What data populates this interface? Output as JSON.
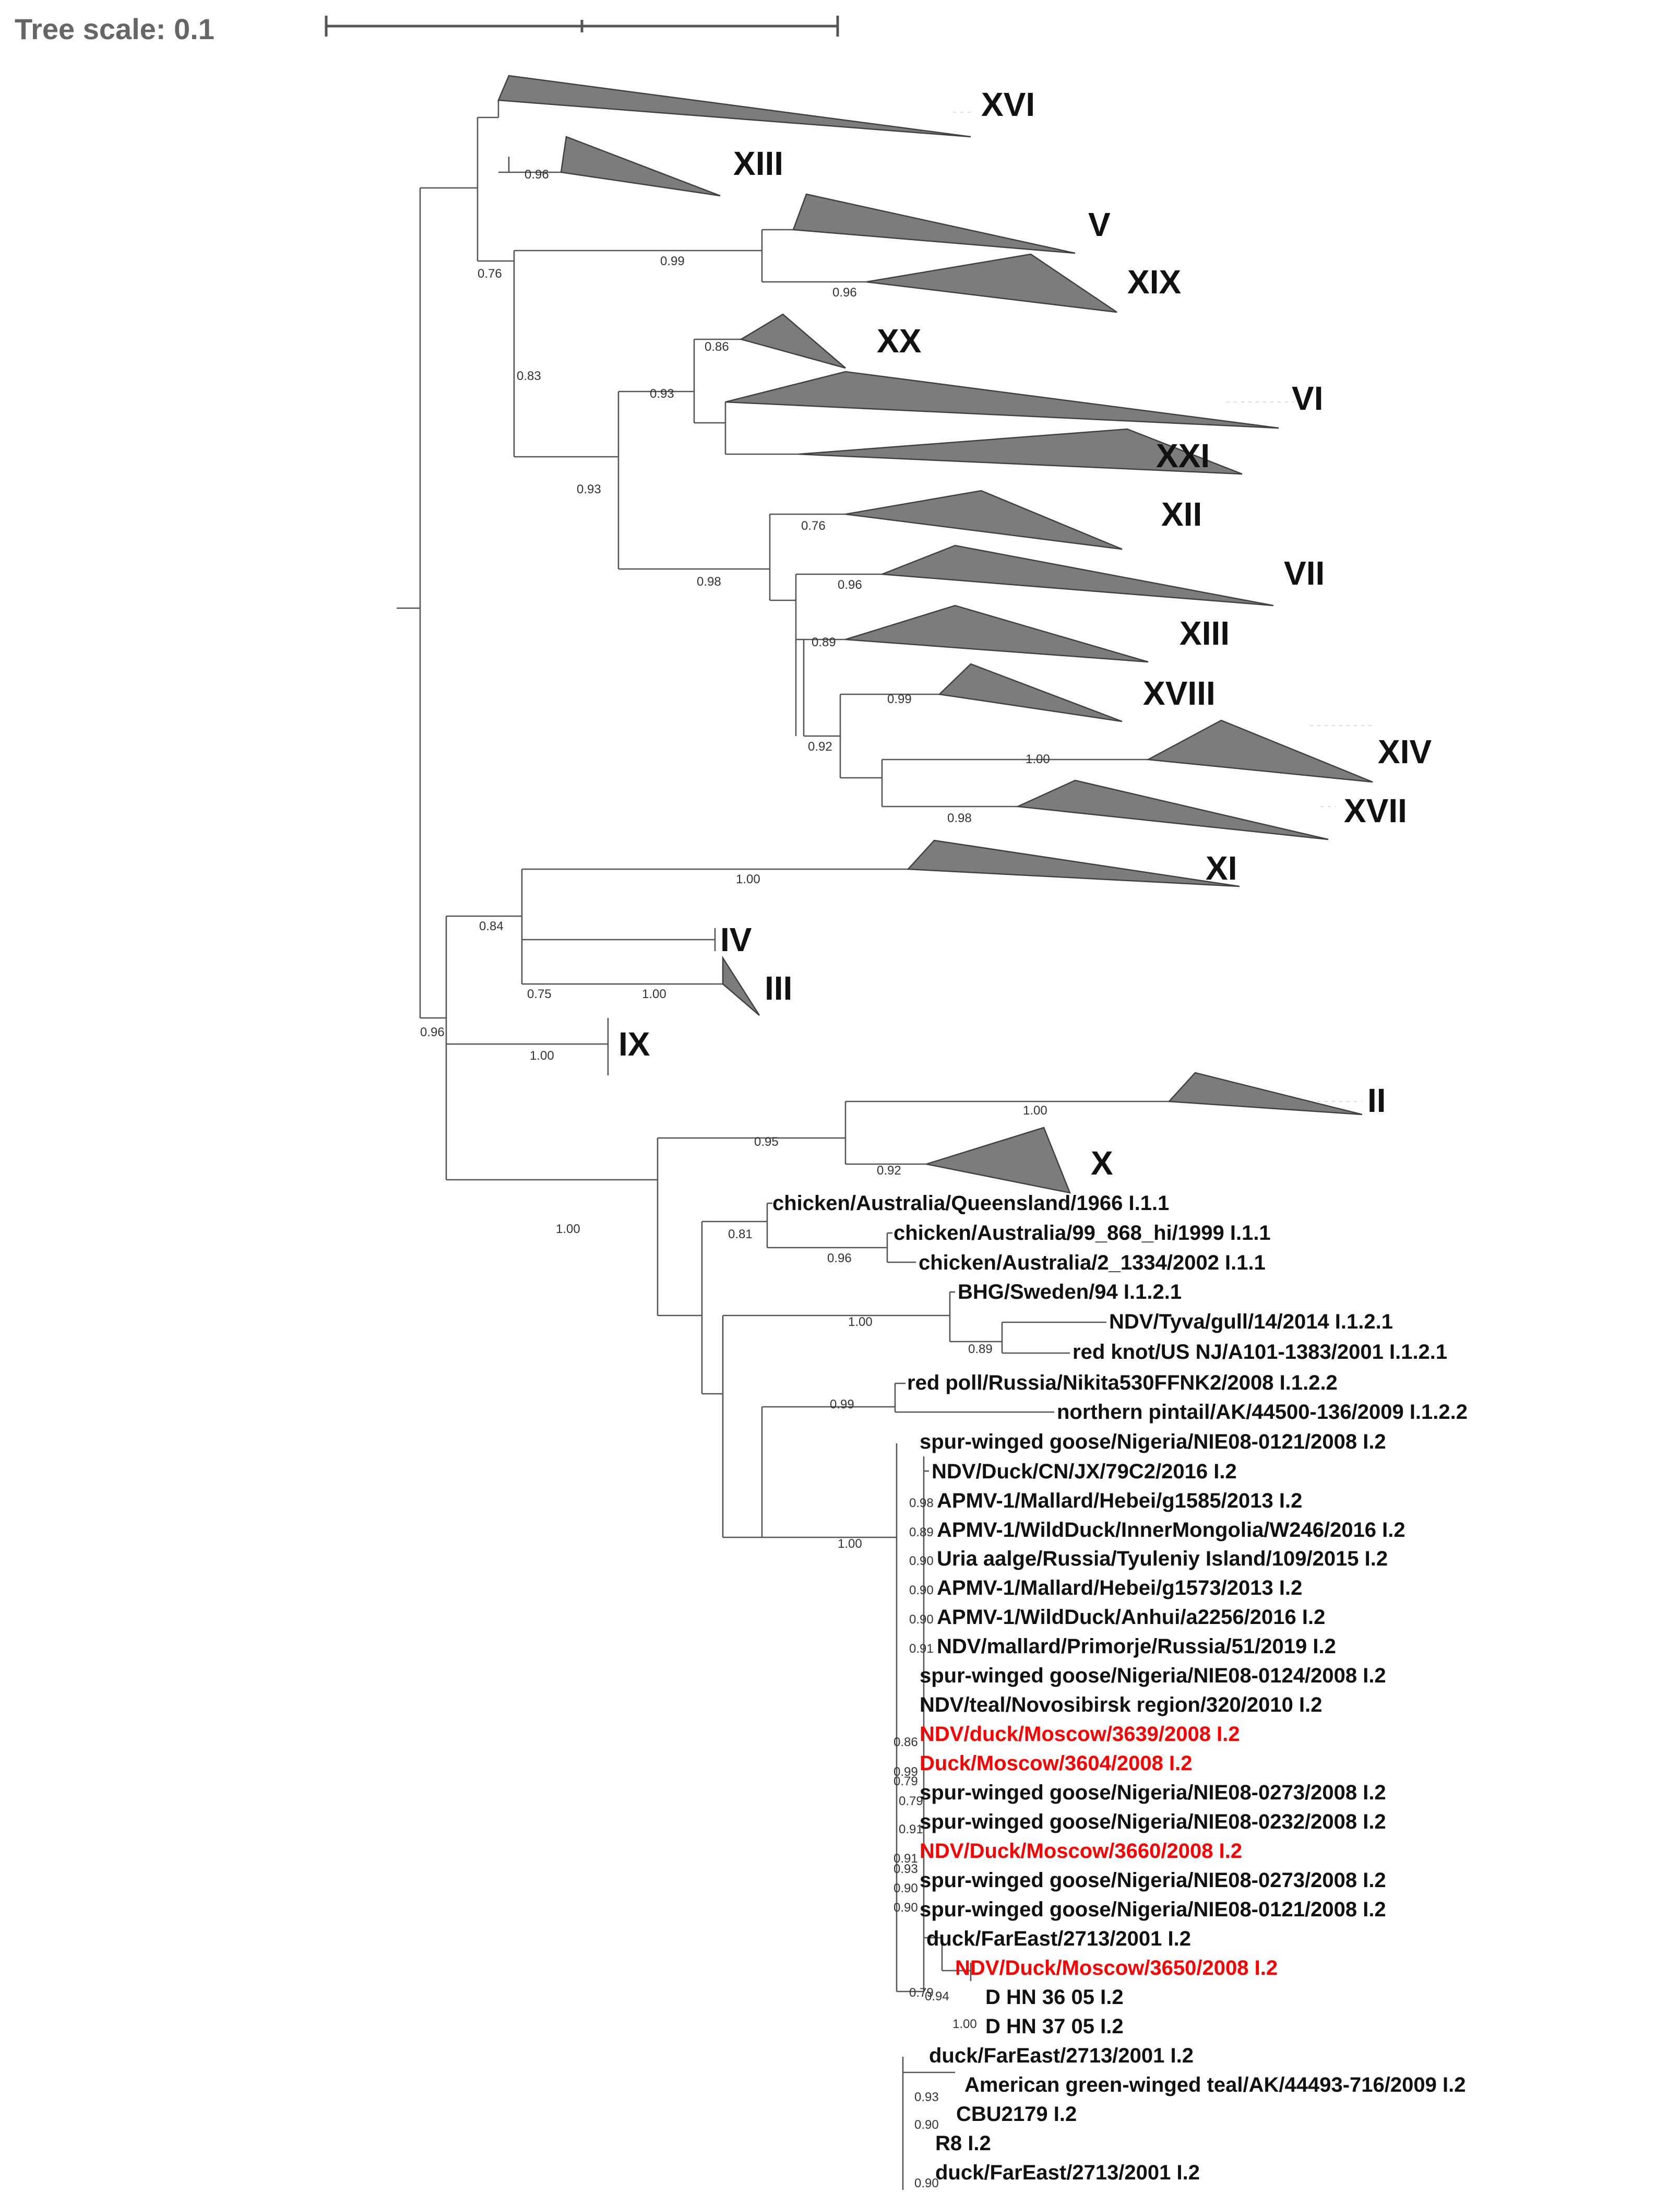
{
  "scale": {
    "label": "Tree scale: 0.1"
  },
  "highlight_color": "#ff0000",
  "clade_color": "#7c7c7c",
  "clades": [
    {
      "id": "XVI",
      "label": "XVI"
    },
    {
      "id": "XIII_a",
      "label": "XIII"
    },
    {
      "id": "V",
      "label": "V"
    },
    {
      "id": "XIX",
      "label": "XIX"
    },
    {
      "id": "XX",
      "label": "XX"
    },
    {
      "id": "VI",
      "label": "VI"
    },
    {
      "id": "XXI",
      "label": "XXI"
    },
    {
      "id": "XII",
      "label": "XII"
    },
    {
      "id": "VII",
      "label": "VII"
    },
    {
      "id": "XIII_b",
      "label": "XIII"
    },
    {
      "id": "XVIII",
      "label": "XVIII"
    },
    {
      "id": "XIV",
      "label": "XIV"
    },
    {
      "id": "XVII",
      "label": "XVII"
    },
    {
      "id": "XI",
      "label": "XI"
    },
    {
      "id": "IV",
      "label": "IV"
    },
    {
      "id": "III",
      "label": "III"
    },
    {
      "id": "IX",
      "label": "IX"
    },
    {
      "id": "II",
      "label": "II"
    },
    {
      "id": "X",
      "label": "X"
    }
  ],
  "support": [
    {
      "id": "s_xiii_a",
      "value": "0.96"
    },
    {
      "id": "s_root_upper",
      "value": "0.76"
    },
    {
      "id": "s_v_xix",
      "value": "0.99"
    },
    {
      "id": "s_xix",
      "value": "0.96"
    },
    {
      "id": "s_mid_a",
      "value": "0.83"
    },
    {
      "id": "s_xx",
      "value": "0.86"
    },
    {
      "id": "s_xx_vi_xxi",
      "value": "0.93"
    },
    {
      "id": "s_mid_b",
      "value": "0.93"
    },
    {
      "id": "s_xii",
      "value": "0.76"
    },
    {
      "id": "s_mid_c",
      "value": "0.98"
    },
    {
      "id": "s_vii",
      "value": "0.96"
    },
    {
      "id": "s_xiii_b",
      "value": "0.89"
    },
    {
      "id": "s_xviii",
      "value": "0.99"
    },
    {
      "id": "s_xiv",
      "value": "1.00"
    },
    {
      "id": "s_xvii",
      "value": "0.98"
    },
    {
      "id": "s_low_group",
      "value": "0.92"
    },
    {
      "id": "s_xi",
      "value": "1.00"
    },
    {
      "id": "s_xi_iv_iii",
      "value": "0.84"
    },
    {
      "id": "s_iv_iii",
      "value": "0.75"
    },
    {
      "id": "s_iii",
      "value": "1.00"
    },
    {
      "id": "s_ix",
      "value": "1.00"
    },
    {
      "id": "s_lower_root",
      "value": "0.96"
    },
    {
      "id": "s_ii",
      "value": "1.00"
    },
    {
      "id": "s_ii_x",
      "value": "0.95"
    },
    {
      "id": "s_x",
      "value": "0.92"
    },
    {
      "id": "s_genotype_i",
      "value": "1.00"
    },
    {
      "id": "s_au",
      "value": "0.81"
    },
    {
      "id": "s_au2",
      "value": "0.96"
    },
    {
      "id": "s_i121",
      "value": "1.00"
    },
    {
      "id": "s_redknot",
      "value": "0.89"
    },
    {
      "id": "s_i122",
      "value": "0.99"
    },
    {
      "id": "s_i2",
      "value": "1.00"
    },
    {
      "id": "s_a01",
      "value": "0.98"
    },
    {
      "id": "s_a02",
      "value": "0.89"
    },
    {
      "id": "s_a03",
      "value": "0.90"
    },
    {
      "id": "s_a04",
      "value": "0.90"
    },
    {
      "id": "s_a05",
      "value": "0.90"
    },
    {
      "id": "s_a06",
      "value": "0.91"
    },
    {
      "id": "s_a07",
      "value": "0.86"
    },
    {
      "id": "s_a08",
      "value": "0.99"
    },
    {
      "id": "s_a09",
      "value": "0.79"
    },
    {
      "id": "s_a10",
      "value": "0.79"
    },
    {
      "id": "s_a11",
      "value": "0.91"
    },
    {
      "id": "s_a12",
      "value": "0.91"
    },
    {
      "id": "s_a13",
      "value": "0.93"
    },
    {
      "id": "s_a14",
      "value": "0.90"
    },
    {
      "id": "s_a15",
      "value": "0.90"
    },
    {
      "id": "s_a16",
      "value": "0.79"
    },
    {
      "id": "s_a17",
      "value": "0.94"
    },
    {
      "id": "s_dhn",
      "value": "1.00"
    },
    {
      "id": "s_a18",
      "value": "0.93"
    },
    {
      "id": "s_a19",
      "value": "0.90"
    },
    {
      "id": "s_a20",
      "value": "0.90"
    }
  ],
  "leaves": [
    {
      "id": "l01",
      "label": "chicken/Australia/Queensland/1966 I.1.1",
      "highlighted": false
    },
    {
      "id": "l02",
      "label": "chicken/Australia/99_868_hi/1999 I.1.1",
      "highlighted": false
    },
    {
      "id": "l03",
      "label": "chicken/Australia/2_1334/2002 I.1.1",
      "highlighted": false
    },
    {
      "id": "l04",
      "label": "BHG/Sweden/94 I.1.2.1",
      "highlighted": false
    },
    {
      "id": "l05",
      "label": "NDV/Tyva/gull/14/2014 I.1.2.1",
      "highlighted": false
    },
    {
      "id": "l06",
      "label": "red knot/US NJ/A101-1383/2001 I.1.2.1",
      "highlighted": false
    },
    {
      "id": "l07",
      "label": "red poll/Russia/Nikita530FFNK2/2008 I.1.2.2",
      "highlighted": false
    },
    {
      "id": "l08",
      "label": "northern pintail/AK/44500-136/2009 I.1.2.2",
      "highlighted": false
    },
    {
      "id": "l09",
      "label": "spur-winged goose/Nigeria/NIE08-0121/2008 I.2",
      "highlighted": false
    },
    {
      "id": "l10",
      "label": "NDV/Duck/CN/JX/79C2/2016 I.2",
      "highlighted": false
    },
    {
      "id": "l11",
      "label": "APMV-1/Mallard/Hebei/g1585/2013 I.2",
      "highlighted": false
    },
    {
      "id": "l12",
      "label": "APMV-1/WildDuck/InnerMongolia/W246/2016 I.2",
      "highlighted": false
    },
    {
      "id": "l13",
      "label": "Uria aalge/Russia/Tyuleniy Island/109/2015 I.2",
      "highlighted": false
    },
    {
      "id": "l14",
      "label": "APMV-1/Mallard/Hebei/g1573/2013 I.2",
      "highlighted": false
    },
    {
      "id": "l15",
      "label": "APMV-1/WildDuck/Anhui/a2256/2016 I.2",
      "highlighted": false
    },
    {
      "id": "l16",
      "label": "NDV/mallard/Primorje/Russia/51/2019 I.2",
      "highlighted": false
    },
    {
      "id": "l17",
      "label": "spur-winged goose/Nigeria/NIE08-0124/2008 I.2",
      "highlighted": false
    },
    {
      "id": "l18",
      "label": "NDV/teal/Novosibirsk region/320/2010 I.2",
      "highlighted": false
    },
    {
      "id": "l19",
      "label": "NDV/duck/Moscow/3639/2008 I.2",
      "highlighted": true
    },
    {
      "id": "l20",
      "label": "Duck/Moscow/3604/2008 I.2",
      "highlighted": true
    },
    {
      "id": "l21",
      "label": "spur-winged goose/Nigeria/NIE08-0273/2008 I.2",
      "highlighted": false
    },
    {
      "id": "l22",
      "label": "spur-winged goose/Nigeria/NIE08-0232/2008 I.2",
      "highlighted": false
    },
    {
      "id": "l23",
      "label": "NDV/Duck/Moscow/3660/2008 I.2",
      "highlighted": true
    },
    {
      "id": "l24",
      "label": "spur-winged goose/Nigeria/NIE08-0273/2008 I.2",
      "highlighted": false
    },
    {
      "id": "l25",
      "label": "spur-winged goose/Nigeria/NIE08-0121/2008 I.2",
      "highlighted": false
    },
    {
      "id": "l26",
      "label": "duck/FarEast/2713/2001 I.2",
      "highlighted": false
    },
    {
      "id": "l27",
      "label": "NDV/Duck/Moscow/3650/2008 I.2",
      "highlighted": true
    },
    {
      "id": "l28",
      "label": "D HN 36 05 I.2",
      "highlighted": false
    },
    {
      "id": "l29",
      "label": "D HN 37 05 I.2",
      "highlighted": false
    },
    {
      "id": "l30",
      "label": "duck/FarEast/2713/2001 I.2",
      "highlighted": false
    },
    {
      "id": "l31",
      "label": "American green-winged teal/AK/44493-716/2009 I.2",
      "highlighted": false
    },
    {
      "id": "l32",
      "label": "CBU2179 I.2",
      "highlighted": false
    },
    {
      "id": "l33",
      "label": "R8 I.2",
      "highlighted": false
    },
    {
      "id": "l34",
      "label": "duck/FarEast/2713/2001 I.2",
      "highlighted": false
    }
  ]
}
